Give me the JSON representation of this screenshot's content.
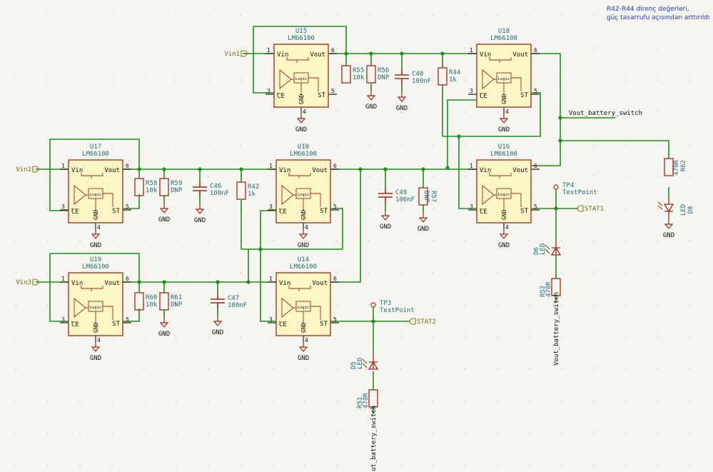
{
  "note": {
    "line1": "R42-R44 direnç değerleri,",
    "line2": "güç tasarrufu açısından arttırıldı",
    "color": "#1f3fd6"
  },
  "colors": {
    "wire": "#1e8f1e",
    "body": "#fbf6c4",
    "outline": "#a0281a",
    "designator": "#1f6f78",
    "label": "#111111",
    "power": "#a0281a",
    "pin": "#222222"
  },
  "ic_pins": {
    "vin": "Vin",
    "vout": "Vout",
    "ce": "CE",
    "gnd": "GND",
    "st": "ST",
    "logic": "Logic",
    "n1": "1",
    "n3": "3",
    "n4": "4",
    "n5": "5",
    "n6": "6"
  },
  "ics": [
    {
      "ref": "U15",
      "value": "LM66100"
    },
    {
      "ref": "U18",
      "value": "LM66100"
    },
    {
      "ref": "U17",
      "value": "LM66100"
    },
    {
      "ref": "U10",
      "value": "LM66100"
    },
    {
      "ref": "U16",
      "value": "LM66100"
    },
    {
      "ref": "U19",
      "value": "LM66100"
    },
    {
      "ref": "U14",
      "value": "LM66100"
    }
  ],
  "passives": [
    {
      "ref": "R55",
      "value": "10k"
    },
    {
      "ref": "R56",
      "value": "DNP"
    },
    {
      "ref": "C48",
      "value": "100nF"
    },
    {
      "ref": "R44",
      "value": "1k"
    },
    {
      "ref": "R58",
      "value": "10k"
    },
    {
      "ref": "R59",
      "value": "DNP"
    },
    {
      "ref": "C46",
      "value": "100nF"
    },
    {
      "ref": "R42",
      "value": "1k"
    },
    {
      "ref": "C49",
      "value": "100nF"
    },
    {
      "ref": "R57",
      "value": "DNP"
    },
    {
      "ref": "R60",
      "value": "10k"
    },
    {
      "ref": "R61",
      "value": "DNP"
    },
    {
      "ref": "C47",
      "value": "100nF"
    },
    {
      "ref": "R62",
      "value": "470R"
    },
    {
      "ref": "R52",
      "value": "470R"
    },
    {
      "ref": "R51",
      "value": "470R"
    }
  ],
  "leds": [
    {
      "ref": "D8",
      "value": "LED"
    },
    {
      "ref": "D6",
      "value": "LED"
    },
    {
      "ref": "D5",
      "value": "LED"
    }
  ],
  "testpoints": [
    {
      "ref": "TP4",
      "value": "TestPoint"
    },
    {
      "ref": "TP3",
      "value": "TestPoint"
    }
  ],
  "ports": {
    "vin1": "Vin1",
    "vin2": "Vin2",
    "vin3": "Vin3",
    "stat1": "STAT1",
    "stat2": "STAT2"
  },
  "nets": {
    "vout": "Vout_battery_switch",
    "vout_b": "Vout_battery_switch",
    "vout_c": "ut_battery_switch"
  },
  "gnd_label": "GND"
}
